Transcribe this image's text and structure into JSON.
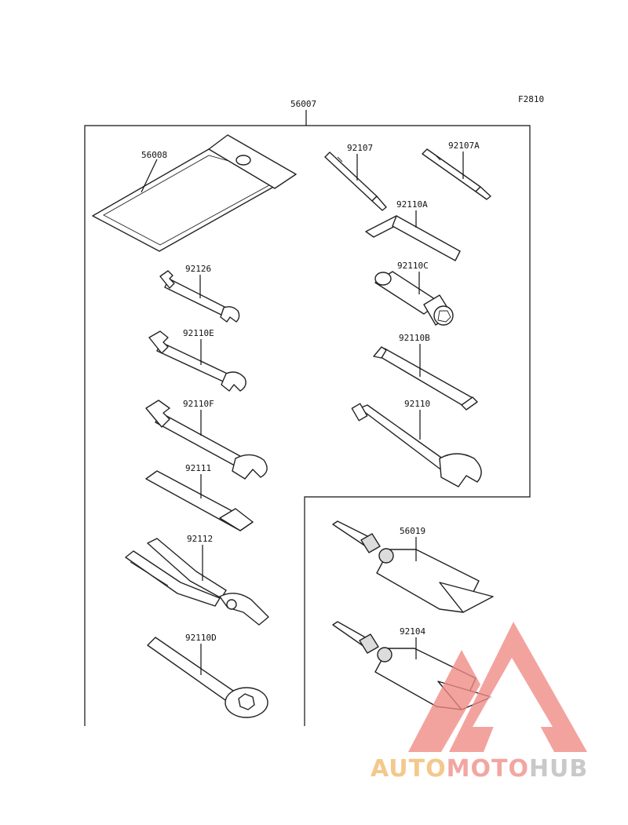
{
  "figure_code": "F2810",
  "kit_label": "56007",
  "labels": {
    "l56008": "56008",
    "l92107": "92107",
    "l92107A": "92107A",
    "l92110A": "92110A",
    "l92110C": "92110C",
    "l92126": "92126",
    "l92110E": "92110E",
    "l92110B": "92110B",
    "l92110F": "92110F",
    "l92110": "92110",
    "l92111": "92111",
    "l92112": "92112",
    "l56019": "56019",
    "l92104": "92104",
    "l92110D": "92110D"
  },
  "watermark": {
    "part1": "AUTO",
    "part2": "MOTO",
    "part3": "HUB",
    "color_auto": "#f4c88c",
    "color_moto": "#f2a6a2",
    "color_hub": "#c9c9c9",
    "logo_color": "#f08a84"
  }
}
